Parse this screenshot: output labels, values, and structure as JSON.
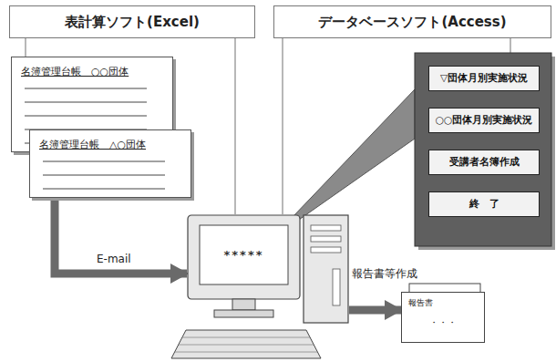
{
  "diagram": {
    "nodes": [
      {
        "text": [
          "表計算ソフト(Excel)"
        ]
      },
      {
        "text": [
          "データベースソフト(Access)"
        ]
      },
      {
        "text": [
          "名簿管理台帳　○○団体"
        ]
      },
      {
        "text": [
          "名簿管理台帳　△○団体"
        ]
      },
      {
        "text": [
          "*****"
        ]
      },
      {
        "text": [
          "▽団体月別実施状況"
        ]
      },
      {
        "text": [
          "○○団体月別実施状況"
        ]
      },
      {
        "text": [
          "受講者名簿作成"
        ]
      },
      {
        "text": [
          "終　了"
        ]
      },
      {
        "text": [
          "報告書",
          "・・・"
        ]
      }
    ],
    "edges": [
      {
        "from": 0,
        "to": 2,
        "arrow": "none"
      },
      {
        "from": 0,
        "to": 4,
        "arrow": "none"
      },
      {
        "from": 1,
        "to": 4,
        "arrow": "none"
      },
      {
        "from": 1,
        "to": 5,
        "arrow": "none"
      },
      {
        "from": 3,
        "to": 4,
        "label": "E-mail",
        "arrow": "to"
      },
      {
        "from": 4,
        "to": 9,
        "label": "報告書等作成",
        "arrow": "to"
      }
    ]
  }
}
